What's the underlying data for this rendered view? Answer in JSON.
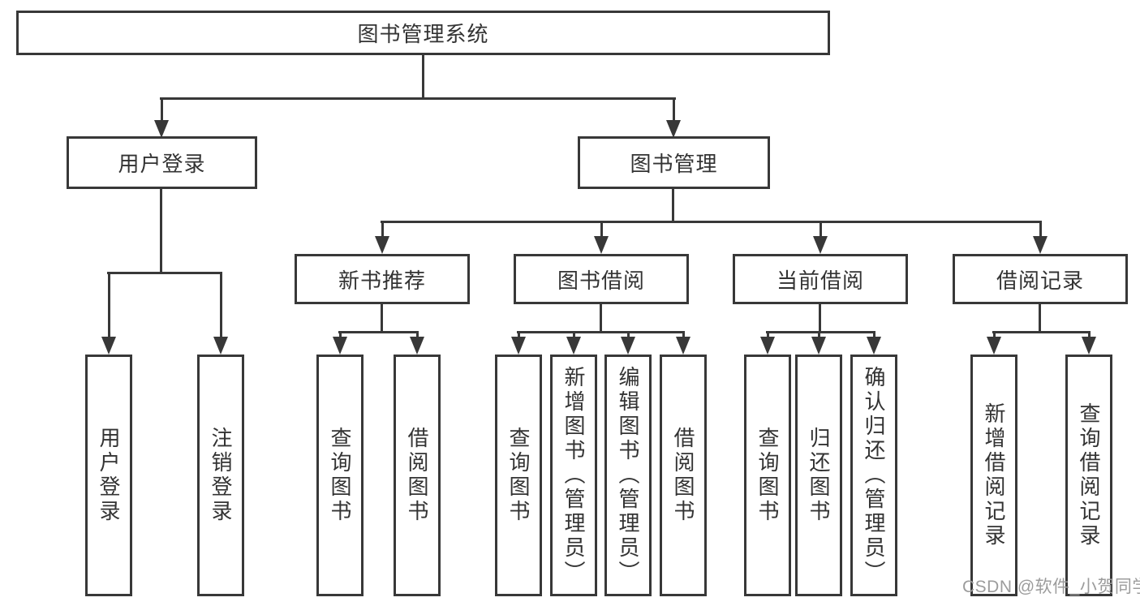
{
  "diagram_type": "hierarchy-tree",
  "tree": {
    "label": "图书管理系统",
    "children": [
      {
        "label": "用户登录",
        "children": [
          {
            "label": "用户登录"
          },
          {
            "label": "注销登录"
          }
        ]
      },
      {
        "label": "图书管理",
        "children": [
          {
            "label": "新书推荐",
            "children": [
              {
                "label": "查询图书"
              },
              {
                "label": "借阅图书"
              }
            ]
          },
          {
            "label": "图书借阅",
            "children": [
              {
                "label": "查询图书"
              },
              {
                "label": "新增图书（管理员）"
              },
              {
                "label": "编辑图书（管理员）"
              },
              {
                "label": "借阅图书"
              }
            ]
          },
          {
            "label": "当前借阅",
            "children": [
              {
                "label": "查询图书"
              },
              {
                "label": "归还图书"
              },
              {
                "label": "确认归还（管理员）"
              }
            ]
          },
          {
            "label": "借阅记录",
            "children": [
              {
                "label": "新增借阅记录"
              },
              {
                "label": "查询借阅记录"
              }
            ]
          }
        ]
      }
    ]
  },
  "watermark": {
    "text": "CSDN @软件_小贺同学"
  },
  "colors": {
    "line": "#383838",
    "text": "#333333",
    "watermark": "#9c9c9c",
    "background": "#ffffff"
  }
}
